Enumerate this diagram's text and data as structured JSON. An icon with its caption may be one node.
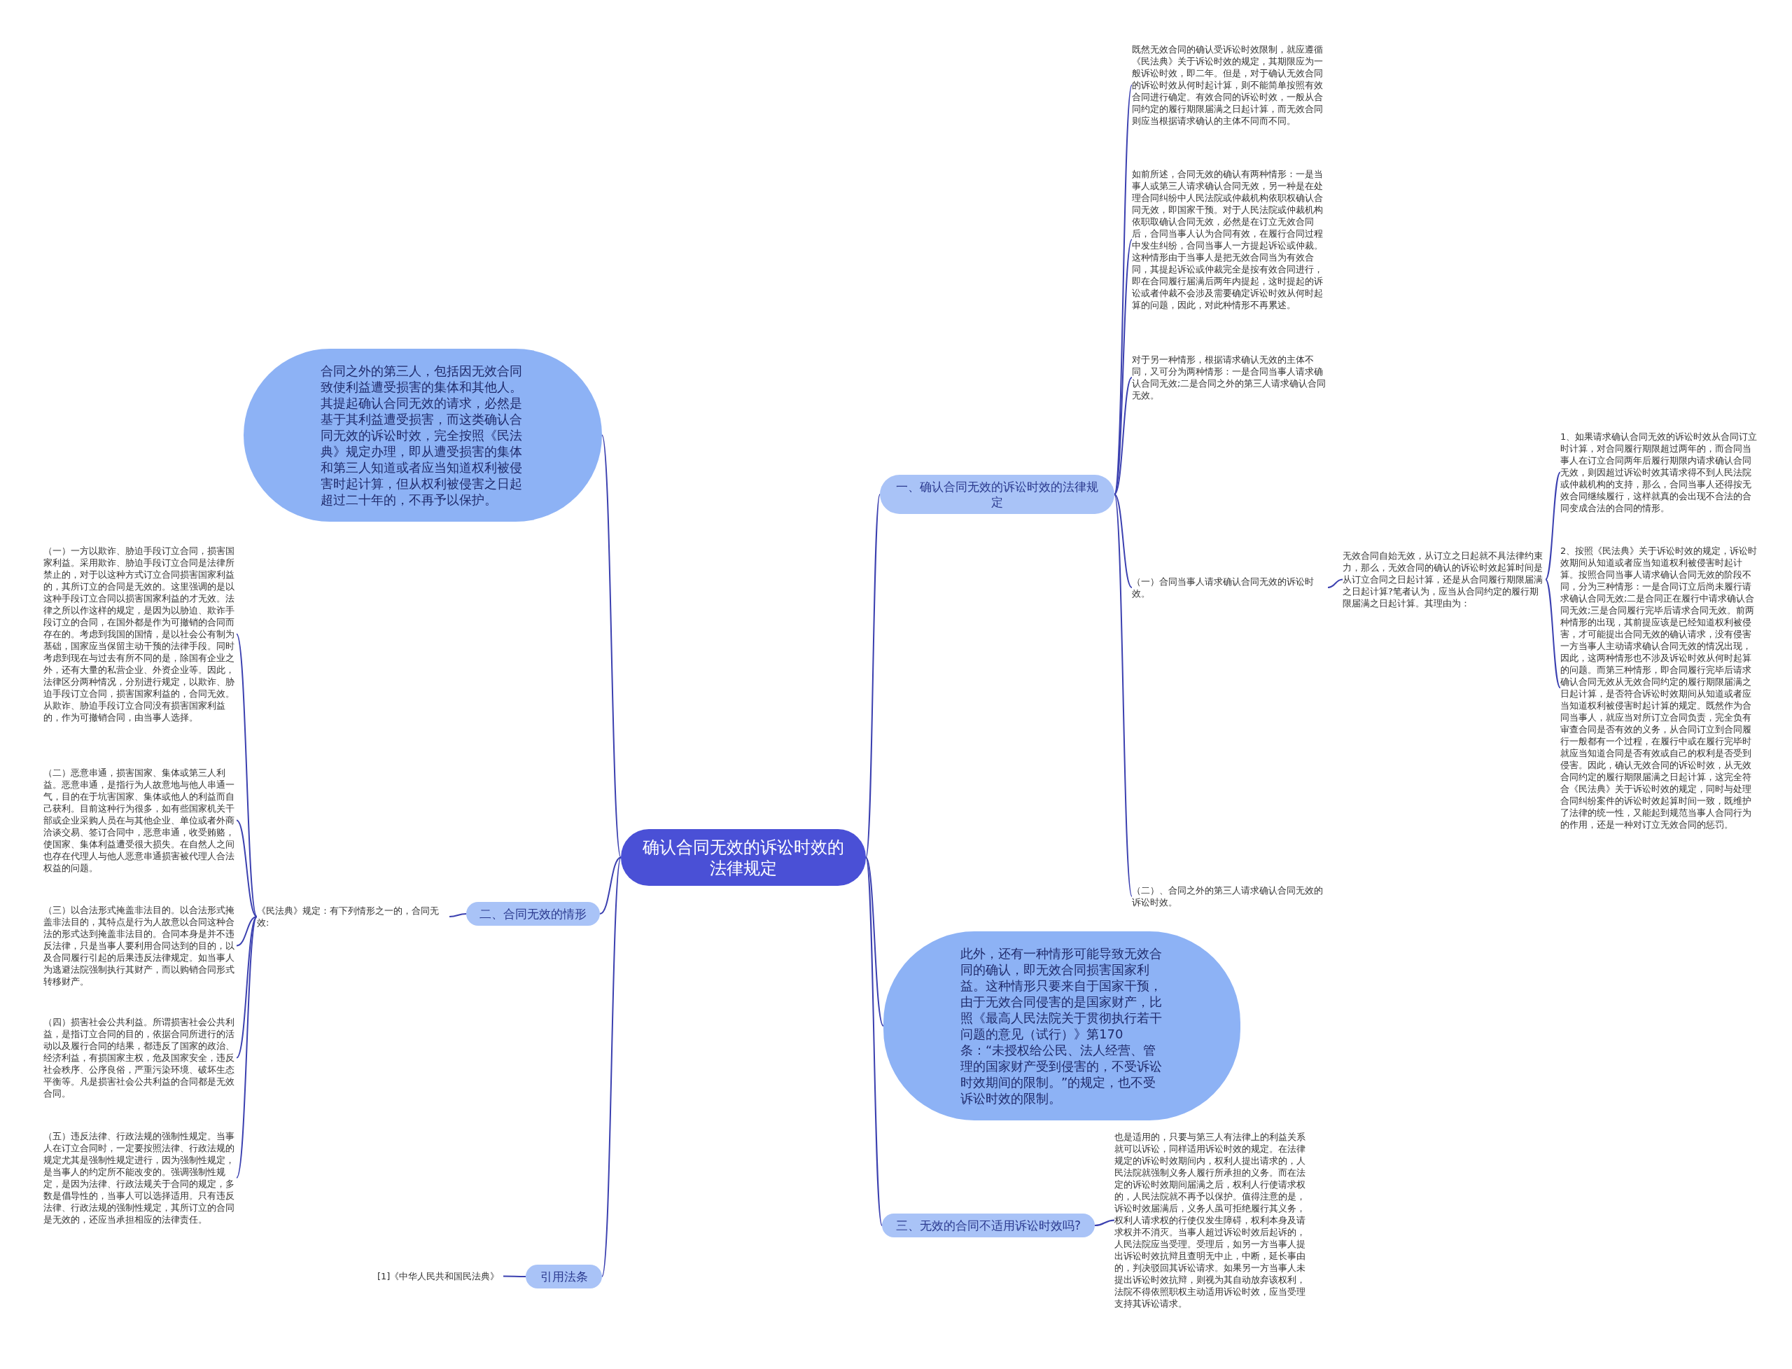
{
  "diagram": {
    "nodes": [
      {
        "text": [
          "确认合同无效的诉讼时效的法律规定"
        ]
      },
      {
        "text": [
          "一、确认合同无效的诉讼时效的法律规定"
        ]
      },
      {
        "text": [
          "既然无效合同的确认受诉讼时效限制，就应遵循《民法典》关于诉讼时效的规定，其期限应为一般诉讼时效，即二年。但是，对于确认无效合同的诉讼时效从何时起计算，则不能简单按照有效合同进行确定。有效合同的诉讼时效，一般从合同约定的履行期限届满之日起计算，而无效合同则应当根据请求确认的主体不同而不同。"
        ]
      },
      {
        "text": [
          "如前所述，合同无效的确认有两种情形：一是当事人或第三人请求确认合同无效，另一种是在处理合同纠纷中人民法院或仲裁机构依职权确认合同无效，即国家干预。对于人民法院或仲裁机构依职取确认合同无效，必然是在订立无效合同后，合同当事人认为合同有效，在履行合同过程中发生纠纷，合同当事人一方提起诉讼或仲裁。这种情形由于当事人是把无效合同当为有效合同，其提起诉讼或仲裁完全是按有效合同进行，即在合同履行届满后两年内提起，这时提起的诉讼或者仲裁不会涉及需要确定诉讼时效从何时起算的问题，因此，对此种情形不再累述。"
        ]
      },
      {
        "text": [
          "对于另一种情形，根据请求确认无效的主体不同，又可分为两种情形：一是合同当事人请求确认合同无效;二是合同之外的第三人请求确认合同无效。"
        ]
      },
      {
        "text": [
          "（一）合同当事人请求确认合同无效的诉讼时效。"
        ]
      },
      {
        "text": [
          "无效合同自始无效，从订立之日起就不具法律约束力，那么，无效合同的确认的诉讼时效起算时间是从订立合同之日起计算，还是从合同履行期限届满之日起计算?笔者认为，应当从合同约定的履行期限届满之日起计算。其理由为："
        ]
      },
      {
        "text": [
          "1、如果请求确认合同无效的诉讼时效从合同订立时计算，对合同履行期限超过两年的，而合同当事人在订立合同两年后履行期限内请求确认合同无效，则因超过诉讼时效其请求得不到人民法院或仲裁机构的支持，那么，合同当事人还得按无效合同继续履行，这样就真的会出现不合法的合同变成合法的合同的情形。"
        ]
      },
      {
        "text": [
          "2、按照《民法典》关于诉讼时效的规定，诉讼时效期间从知道或者应当知道权利被侵害时起计算。按照合同当事人请求确认合同无效的阶段不同，分为三种情形：一是合同订立后尚未履行请求确认合同无效;二是合同正在履行中请求确认合同无效;三是合同履行完毕后请求合同无效。前两种情形的出现，其前提应该是已经知道权利被侵害，才可能提出合同无效的确认请求，没有侵害一方当事人主动请求确认合同无效的情况出现，因此，这两种情形也不涉及诉讼时效从何时起算的问题。而第三种情形，即合同履行完毕后请求确认合同无效从无效合同约定的履行期限届满之日起计算，是否符合诉讼时效期间从知道或者应当知道权利被侵害时起计算的规定。既然作为合同当事人，就应当对所订立合同负责，完全负有审查合同是否有效的义务，从合同订立到合同履行一般都有一个过程，在履行中或在履行完毕时就应当知道合同是否有效或自己的权利是否受到侵害。因此，确认无效合同的诉讼时效，从无效合同约定的履行期限届满之日起计算，这完全符合《民法典》关于诉讼时效的规定，同时与处理合同纠纷案件的诉讼时效起算时间一致，既维护了法律的统一性，又能起到规范当事人合同行为的作用，还是一种对订立无效合同的惩罚。"
        ]
      },
      {
        "text": [
          "（二）、合同之外的第三人请求确认合同无效的诉讼时效。"
        ]
      },
      {
        "text": [
          "合同之外的第三人，包括因无效合同致使利益遭受损害的集体和其他人。其提起确认合同无效的请求，必然是基于其利益遭受损害，而这类确认合同无效的诉讼时效，完全按照《民法典》规定办理，即从遭受损害的集体和第三人知道或者应当知道权利被侵害时起计算，但从权利被侵害之日起超过二十年的，不再予以保护。"
        ]
      },
      {
        "text": [
          "此外，还有一种情形可能导致无效合同的确认，即无效合同损害国家利益。这种情形只要来自于国家干预，由于无效合同侵害的是国家财产，比照《最高人民法院关于贯彻执行若干问题的意见（试行）》第170条：“未授权给公民、法人经营、管理的国家财产受到侵害的，不受诉讼时效期间的限制。”的规定，也不受诉讼时效的限制。"
        ]
      },
      {
        "text": [
          "二、合同无效的情形"
        ]
      },
      {
        "text": [
          "《民法典》规定：有下列情形之一的，合同无效:"
        ]
      },
      {
        "text": [
          "（一）一方以欺诈、胁迫手段订立合同，损害国家利益。采用欺诈、胁迫手段订立合同是法律所禁止的，对于以这种方式订立合同损害国家利益的，其所订立的合同是无效的。这里强调的是以这种手段订立合同以损害国家利益的才无效。法律之所以作这样的规定，是因为以胁迫、欺诈手段订立的合同，在国外都是作为可撤销的合同而存在的。考虑到我国的国情，是以社会公有制为基础，国家应当保留主动干预的法律手段。同时考虑到现在与过去有所不同的是，除国有企业之外，还有大量的私营企业、外资企业等。因此，法律区分两种情况，分别进行规定，以欺诈、胁迫手段订立合同，损害国家利益的，合同无效。从欺诈、胁迫手段订立合同没有损害国家利益的，作为可撤销合同，由当事人选择。"
        ]
      },
      {
        "text": [
          "（二）恶意串通，损害国家、集体或第三人利益。恶意串通，是指行为人故意地与他人串通一气，目的在于坑害国家、集体或他人的利益而自己获利。目前这种行为很多，如有些国家机关干部或企业采购人员在与其他企业、单位或者外商洽谈交易、签订合同中，恶意串通，收受贿赂，使国家、集体利益遭受很大损失。在自然人之间也存在代理人与他人恶意串通损害被代理人合法权益的问题。"
        ]
      },
      {
        "text": [
          "（三）以合法形式掩盖非法目的。以合法形式掩盖非法目的，其特点是行为人故意以合同这种合法的形式达到掩盖非法目的。合同本身是并不违反法律，只是当事人要利用合同达到的目的，以及合同履行引起的后果违反法律规定。如当事人为逃避法院强制执行其财产，而以购销合同形式转移财产。"
        ]
      },
      {
        "text": [
          "（四）损害社会公共利益。所谓损害社会公共利益，是指订立合同的目的，依据合同所进行的活动以及履行合同的结果，都违反了国家的政治、经济利益，有损国家主权，危及国家安全，违反社会秩序、公序良俗，严重污染环境、破坏生态平衡等。凡是损害社会公共利益的合同都是无效合同。"
        ]
      },
      {
        "text": [
          "（五）违反法律、行政法规的强制性规定。当事人在订立合同时，一定要按照法律、行政法规的规定尤其是强制性规定进行，因为强制性规定，是当事人的约定所不能改变的。强调强制性规定，是因为法律、行政法规关于合同的规定，多数是倡导性的，当事人可以选择适用。只有违反法律、行政法规的强制性规定，其所订立的合同是无效的，还应当承担相应的法律责任。"
        ]
      },
      {
        "text": [
          "三、无效的合同不适用诉讼时效吗?"
        ]
      },
      {
        "text": [
          "也是适用的，只要与第三人有法律上的利益关系就可以诉讼，同样适用诉讼时效的规定。在法律规定的诉讼时效期间内，权利人提出请求的，人民法院就强制义务人履行所承担的义务。而在法定的诉讼时效期间届满之后，权利人行使请求权的，人民法院就不再予以保护。值得注意的是，诉讼时效届满后，义务人虽可拒绝履行其义务，权利人请求权的行使仅发生障碍，权利本身及请求权并不消灭。当事人超过诉讼时效后起诉的，人民法院应当受理。受理后，如另一方当事人提出诉讼时效抗辩且查明无中止，中断，延长事由的，判决驳回其诉讼请求。如果另一方当事人未提出诉讼时效抗辩，则视为其自动放弃该权利，法院不得依照职权主动适用诉讼时效，应当受理支持其诉讼请求。"
        ]
      },
      {
        "text": [
          "引用法条"
        ]
      },
      {
        "text": [
          "[1]《中华人民共和国民法典》"
        ]
      }
    ],
    "edges": [
      {
        "from": 0,
        "to": 1,
        "arrow": "none"
      },
      {
        "from": 1,
        "to": 2,
        "arrow": "none"
      },
      {
        "from": 1,
        "to": 3,
        "arrow": "none"
      },
      {
        "from": 1,
        "to": 4,
        "arrow": "none"
      },
      {
        "from": 1,
        "to": 5,
        "arrow": "none"
      },
      {
        "from": 5,
        "to": 6,
        "arrow": "none"
      },
      {
        "from": 6,
        "to": 7,
        "arrow": "none"
      },
      {
        "from": 6,
        "to": 8,
        "arrow": "none"
      },
      {
        "from": 1,
        "to": 9,
        "arrow": "none"
      },
      {
        "from": 0,
        "to": 10,
        "arrow": "none"
      },
      {
        "from": 0,
        "to": 11,
        "arrow": "none"
      },
      {
        "from": 0,
        "to": 12,
        "arrow": "none"
      },
      {
        "from": 12,
        "to": 13,
        "arrow": "none"
      },
      {
        "from": 13,
        "to": 14,
        "arrow": "none"
      },
      {
        "from": 13,
        "to": 15,
        "arrow": "none"
      },
      {
        "from": 13,
        "to": 16,
        "arrow": "none"
      },
      {
        "from": 13,
        "to": 17,
        "arrow": "none"
      },
      {
        "from": 13,
        "to": 18,
        "arrow": "none"
      },
      {
        "from": 0,
        "to": 19,
        "arrow": "none"
      },
      {
        "from": 19,
        "to": 20,
        "arrow": "none"
      },
      {
        "from": 0,
        "to": 21,
        "arrow": "none"
      },
      {
        "from": 21,
        "to": 22,
        "arrow": "none"
      }
    ]
  }
}
